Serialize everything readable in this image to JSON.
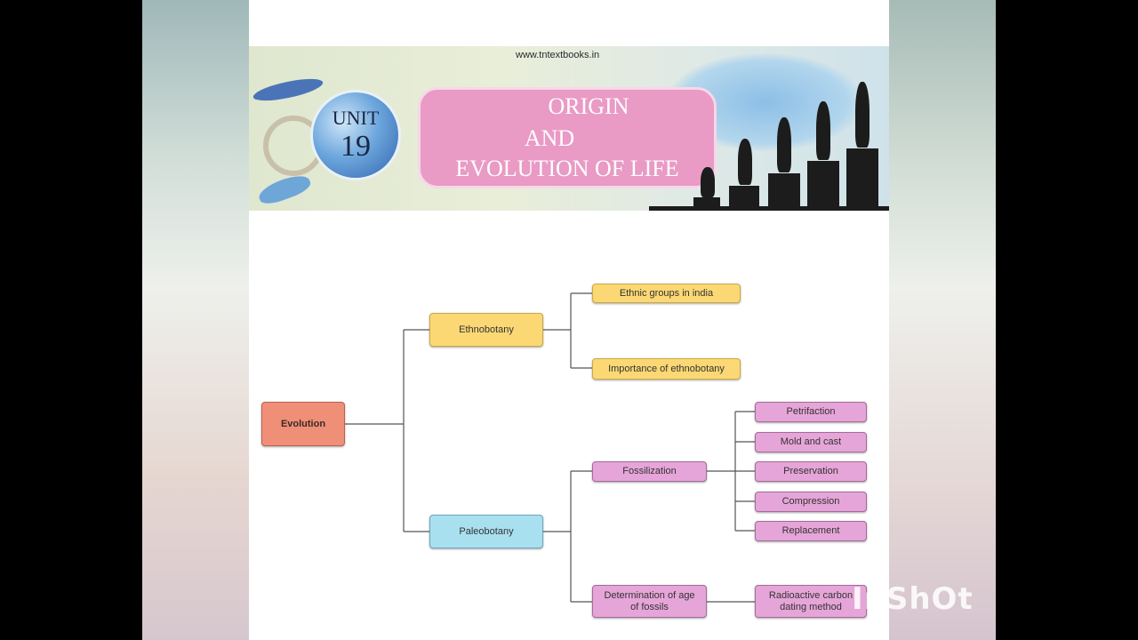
{
  "banner": {
    "website": "www.tntextbooks.in",
    "unit_label": "UNIT",
    "unit_number": "19",
    "title_lines": [
      "ORIGIN",
      "AND",
      "EVOLUTION OF LIFE"
    ],
    "colors": {
      "title_box": "#e99ac5",
      "globe": "#2f63ad"
    }
  },
  "diagram": {
    "root": "Evolution",
    "branches": {
      "ethnobotany": {
        "label": "Ethnobotany",
        "children": [
          "Ethnic groups in india",
          "Importance of ethnobotany"
        ]
      },
      "paleobotany": {
        "label": "Paleobotany",
        "fossilization": {
          "label": "Fossilization",
          "children": [
            "Petrifaction",
            "Mold and cast",
            "Preservation",
            "Compression",
            "Replacement"
          ]
        },
        "dating": {
          "label": "Determination of age of fossils",
          "child": "Radioactive carbon dating method"
        }
      }
    },
    "colors": {
      "root": "#f08f78",
      "ethnobotany": "#fbd874",
      "paleobotany": "#a9e0ef",
      "fossil": "#e6a5d8",
      "connector": "#555555"
    }
  },
  "watermark": "InShOt"
}
